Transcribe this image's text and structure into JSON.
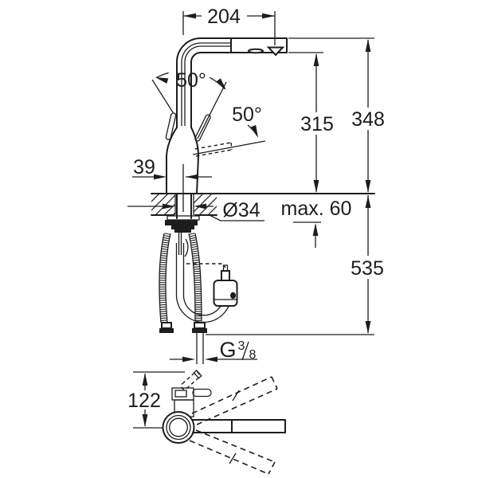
{
  "drawing": {
    "type": "technical-dimension-drawing",
    "subject": "single-lever kitchen mixer tap with pull-out spray, front view, under-counter hose view and plan view",
    "background_color": "#ffffff",
    "line_color": "#1d1d1b",
    "dimensions": {
      "spout_reach": "204",
      "handle_angle_front": "50°",
      "handle_angle_open": "50°",
      "body_width": "39",
      "outlet_height": "315",
      "total_height": "348",
      "hole_diameter": "Ø34",
      "max_counter_thickness": "max. 60",
      "install_depth": "535",
      "thread_letter": "G",
      "thread_numerator": "3",
      "thread_denominator": "8",
      "base_front_depth": "122"
    }
  }
}
